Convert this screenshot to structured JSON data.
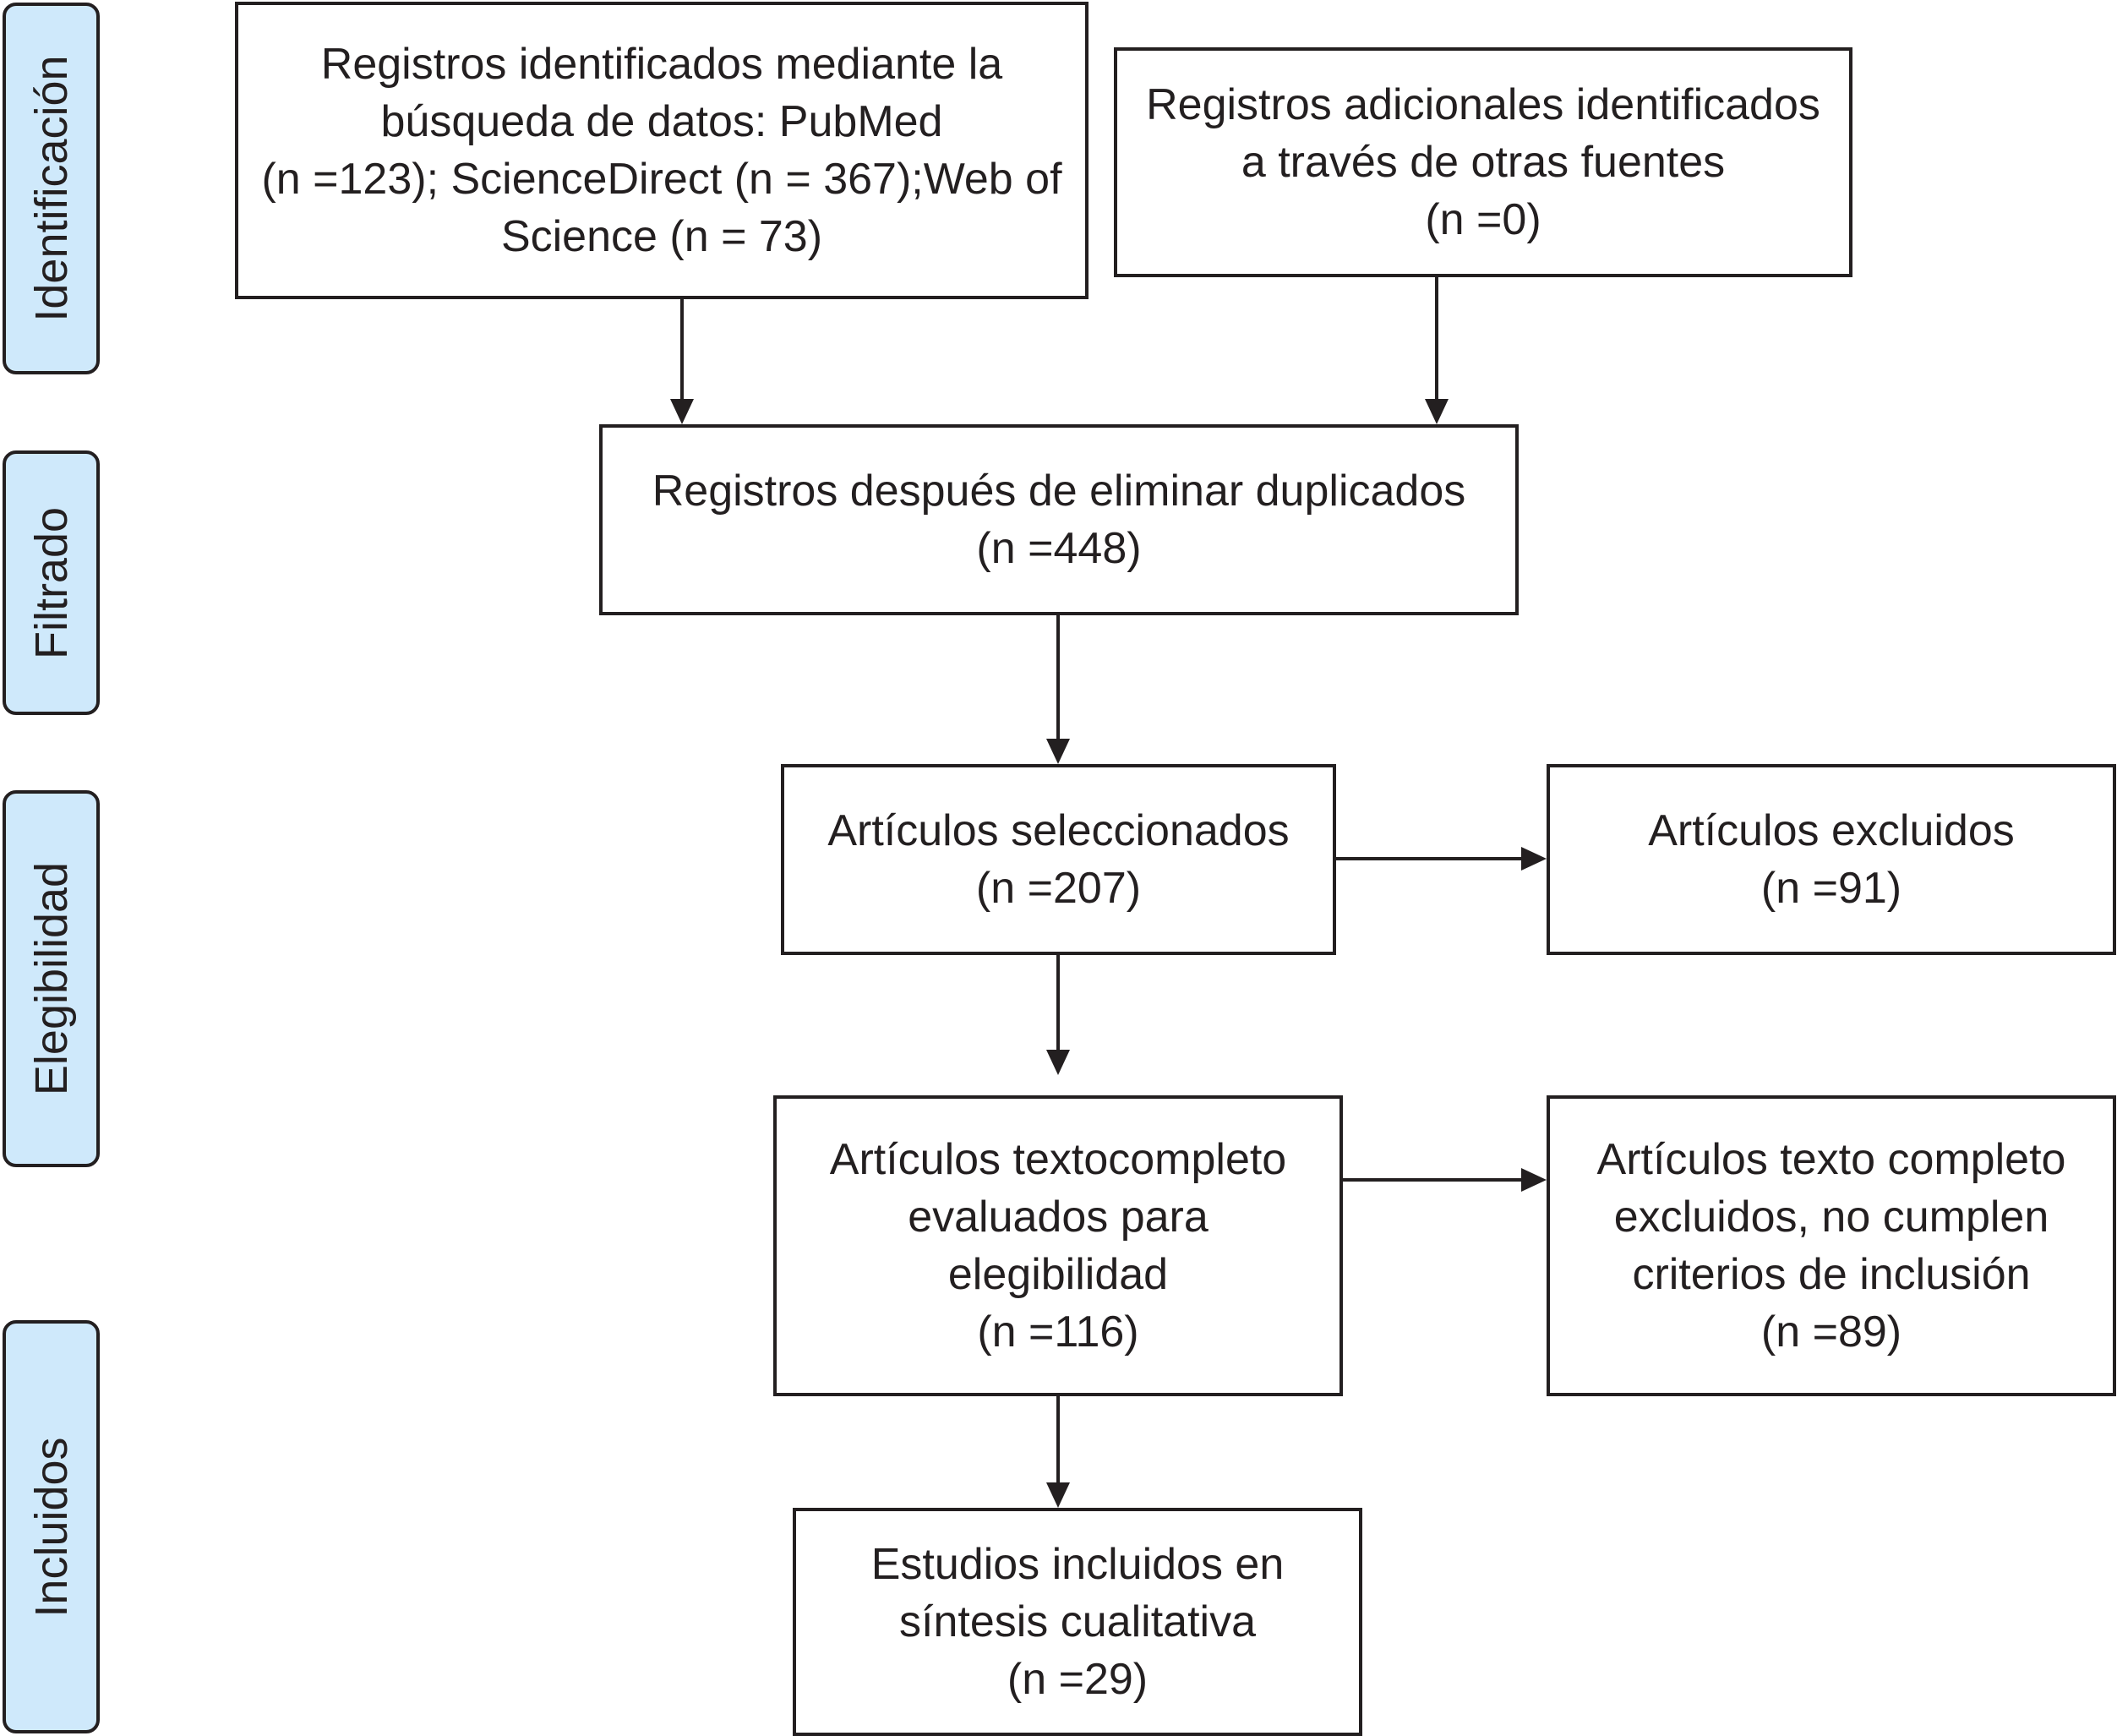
{
  "phases": {
    "identificacion": "Identificación",
    "filtrado": "Filtrado",
    "elegibilidad": "Elegibilidad",
    "incluidos": "Incluidos"
  },
  "boxes": {
    "database_search": {
      "lines": [
        "Registros identificados mediante la",
        "búsqueda de datos: PubMed",
        "(n =123); ScienceDirect (n = 367);Web of",
        "Science (n = 73)"
      ]
    },
    "other_sources": {
      "lines": [
        "Registros adicionales identificados",
        "a través de otras fuentes",
        "(n =0)"
      ]
    },
    "after_duplicates": {
      "lines": [
        "Registros después de eliminar duplicados",
        "(n =448)"
      ]
    },
    "selected": {
      "lines": [
        "Artículos seleccionados",
        "(n =207)"
      ]
    },
    "excluded": {
      "lines": [
        "Artículos excluidos",
        "(n =91)"
      ]
    },
    "fulltext_assessed": {
      "lines": [
        "Artículos textocompleto",
        "evaluados para",
        "elegibilidad",
        "(n =116)"
      ]
    },
    "fulltext_excluded": {
      "lines": [
        "Artículos texto completo",
        "excluidos, no cumplen",
        "criterios de inclusión",
        "(n =89)"
      ]
    },
    "included": {
      "lines": [
        "Estudios incluidos en",
        "síntesis cualitativa",
        "(n =29)"
      ]
    }
  }
}
